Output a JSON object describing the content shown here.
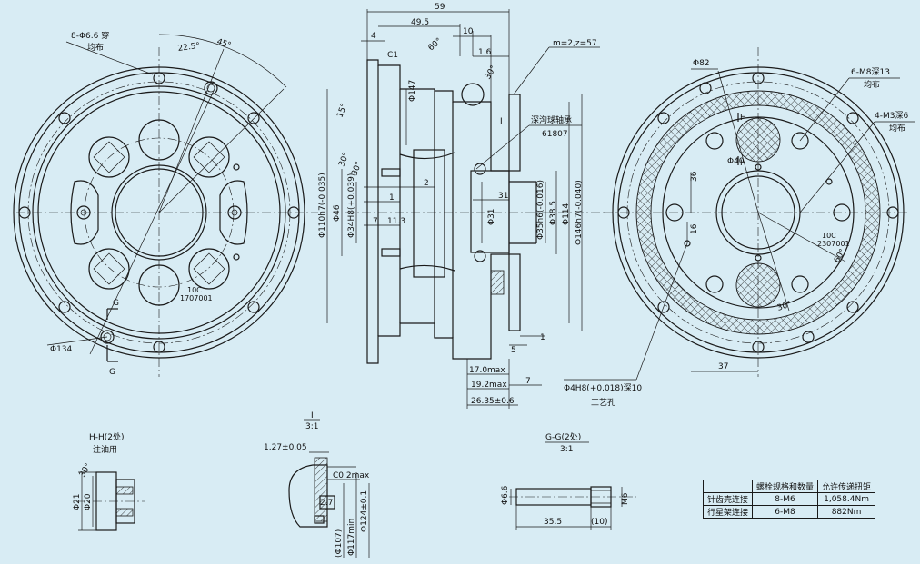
{
  "front_view": {
    "hole_note_1": "8-Φ6.6 穿",
    "hole_note_2": "均布",
    "angle_a": "22.5°",
    "angle_b": "45°",
    "dia_outer": "Φ134",
    "section_mark_top": "G",
    "section_mark_bottom": "G",
    "stamp_1": "10C",
    "stamp_2": "1707001"
  },
  "side_view": {
    "dim_59": "59",
    "dim_49_5": "49.5",
    "dim_10": "10",
    "dim_4": "4",
    "dim_1_6": "1.6",
    "chamfer": "C1",
    "angle_60": "60°",
    "angle_30a": "30°",
    "angle_30b": "30°",
    "angle_30c": "30°",
    "angle_15": "15°",
    "dia_147": "Φ147",
    "dia_110": "Φ110h7(-0.035)",
    "dia_46": "Φ46",
    "dia_34": "Φ34H8(+0.039)",
    "dim_2": "2",
    "dim_1": "1",
    "dim_7": "7",
    "dim_11_3": "11.3",
    "dim_31a": "31",
    "dia_31": "Φ31",
    "dia_35": "Φ35h6(-0.016)",
    "dia_38_5": "Φ38.5",
    "dia_114": "Φ114",
    "dia_146": "Φ146h7(-0.040)",
    "gear": "m=2,z=57",
    "bearing_1": "深沟球轴承",
    "bearing_2": "61807",
    "dim_5": "5",
    "dim_1b": "1",
    "dim_17": "17.0max",
    "dim_19_2": "19.2max",
    "dim_7b": "7",
    "dim_26_35": "26.35±0.6",
    "detail_mark": "I"
  },
  "back_view": {
    "dia_82": "Φ82",
    "dia_40": "Φ40",
    "note_m8_1": "6-M8深13",
    "note_m8_2": "均布",
    "note_m3_1": "4-M3深6",
    "note_m3_2": "均布",
    "mark_h1": "H",
    "mark_h2": "H",
    "dim_36": "36",
    "dim_16": "16",
    "dim_37": "37",
    "angle_30": "30°",
    "angle_60": "60°",
    "stamp_1": "10C",
    "stamp_2": "2307001",
    "pin_hole_1": "Φ4H8(+0.018)深10",
    "pin_hole_2": "工艺孔"
  },
  "detail_hh": {
    "title": "H-H(2处)",
    "subtitle": "注油用",
    "angle": "30°",
    "dia_21": "Φ21",
    "dia_20": "Φ20"
  },
  "detail_i": {
    "title": "I",
    "scale": "3:1",
    "dim_1_27": "1.27±0.05",
    "chamfer": "C0.2max",
    "dim_2_7": "2.7",
    "dia_124": "Φ124±0.1",
    "dia_107": "(Φ107)",
    "dia_117": "Φ117min"
  },
  "detail_gg": {
    "title": "G-G(2处)",
    "scale": "3:1",
    "dia_6_6": "Φ6.6",
    "thread": "M6",
    "dim_35_5": "35.5",
    "dim_10": "(10)"
  },
  "spec_table": {
    "headers": [
      "",
      "螺栓规格和数量",
      "允许传递扭矩"
    ],
    "rows": [
      [
        "针齿壳连接",
        "8-M6",
        "1,058.4Nm"
      ],
      [
        "行星架连接",
        "6-M8",
        "882Nm"
      ]
    ]
  }
}
